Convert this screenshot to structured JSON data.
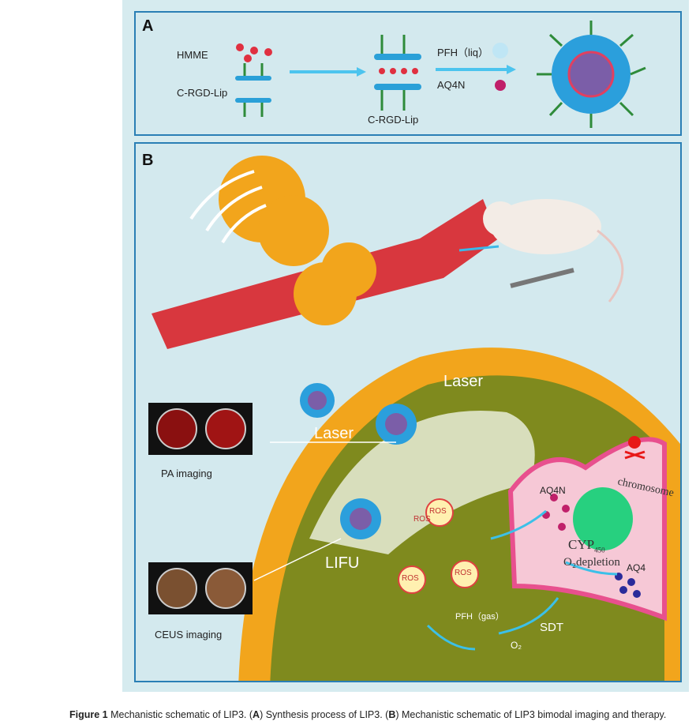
{
  "panel_a": {
    "label": "A",
    "hmme": "HMME",
    "lip_left": "C-RGD-Lip",
    "lip_mid": "C-RGD-Lip",
    "pfh": "PFH（liq）",
    "aq4n": "AQ4N"
  },
  "panel_b": {
    "label": "B",
    "laser_top": "Laser",
    "laser_left": "Laser",
    "lifu": "LIFU",
    "pa_imaging": "PA imaging",
    "ceus_imaging": "CEUS imaging",
    "ros": [
      "ROS",
      "ROS",
      "ROS",
      "ROS"
    ],
    "pfh_gas": "PFH（gas）",
    "o2": "O₂",
    "sdt": "SDT",
    "aq4n": "AQ4N",
    "cyp": "CYP",
    "cyp_sub": "450",
    "o2_depletion": "O₂depletion",
    "aq4": "AQ4",
    "chromosome": "chromosome"
  },
  "caption": {
    "fig": "Figure 1",
    "text1": " Mechanistic schematic of LIP3. (",
    "a": "A",
    "text2": ") Synthesis process of LIP3. (",
    "b": "B",
    "text3": ") Mechanistic schematic of LIP3 bimodal imaging and therapy."
  }
}
